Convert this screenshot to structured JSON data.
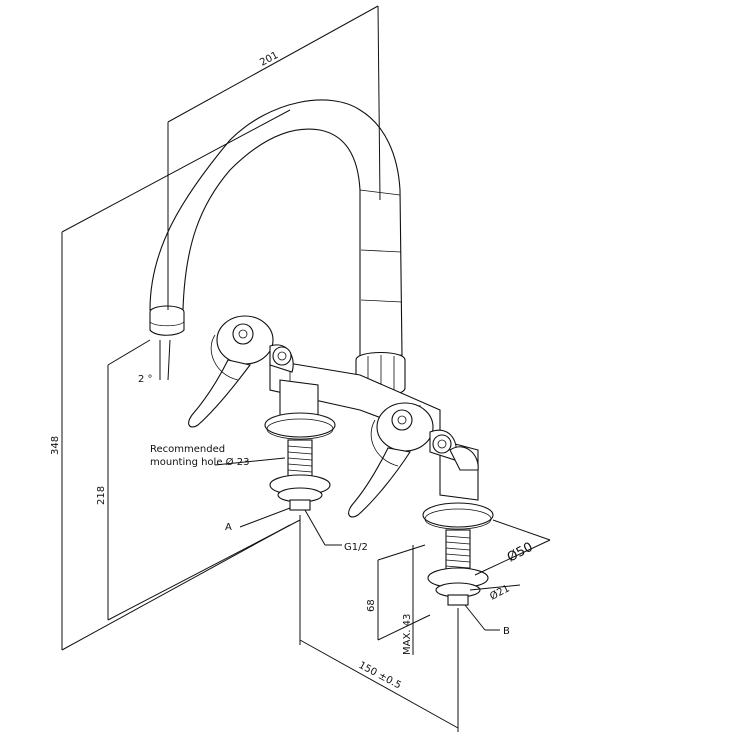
{
  "dimensions": {
    "spout_reach": "201",
    "total_height": "348",
    "spout_height": "218",
    "tilt_angle": "2 °",
    "center_distance": "150 ±0.5",
    "shank_length": "68",
    "max_thickness": "MAX. 43",
    "flange_diameter": "Ø50",
    "shank_diameter": "Ø21"
  },
  "labels": {
    "mounting_hole_line1": "Recommended",
    "mounting_hole_line2": "mounting hole Ø 23",
    "point_a": "A",
    "point_b": "B",
    "thread": "G1/2"
  }
}
